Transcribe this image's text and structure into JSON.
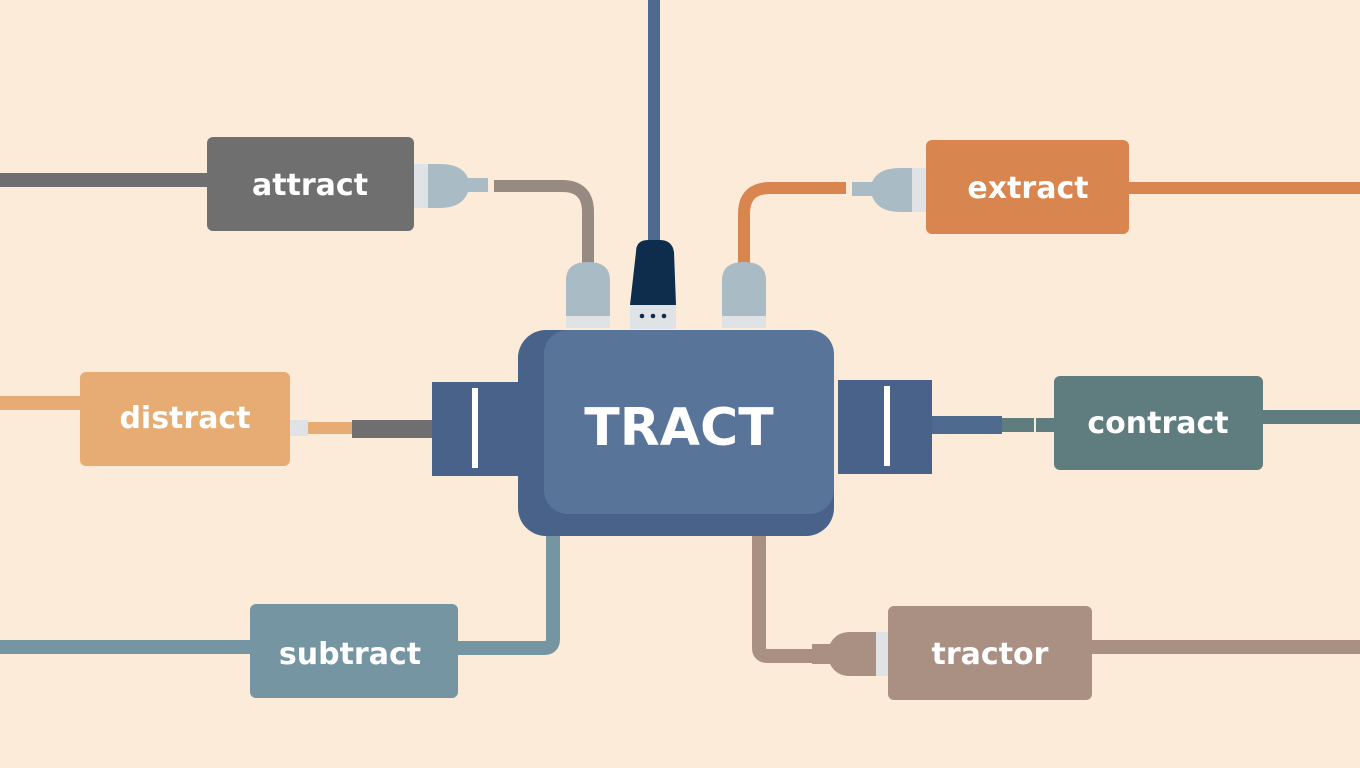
{
  "diagram": {
    "background": "#fcebd8",
    "hub": {
      "label": "TRACT",
      "color": "#587499",
      "dark": "#48628a"
    },
    "nodes": [
      {
        "id": "attract",
        "label": "attract",
        "color": "#6f6f6f",
        "cable": "#978a80"
      },
      {
        "id": "extract",
        "label": "extract",
        "color": "#d88550",
        "cable": "#d88550"
      },
      {
        "id": "distract",
        "label": "distract",
        "color": "#e6ac73",
        "cable": "#e6ac73"
      },
      {
        "id": "contract",
        "label": "contract",
        "color": "#5f7d7e",
        "cable": "#5f7d7e"
      },
      {
        "id": "subtract",
        "label": "subtract",
        "color": "#7595a3",
        "cable": "#7595a3"
      },
      {
        "id": "tractor",
        "label": "tractor",
        "color": "#a99083",
        "cable": "#a99083"
      }
    ],
    "top_cable_color": "#4e6a8f"
  }
}
